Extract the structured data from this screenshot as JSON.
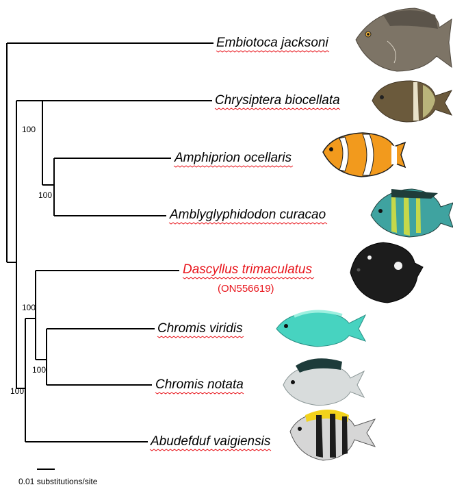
{
  "tree": {
    "taxa": [
      {
        "name": "Embiotoca jacksoni",
        "highlight": false,
        "fish_colors": [
          "#7d7466",
          "#5b544a",
          "#9b927f"
        ]
      },
      {
        "name": "Chrysiptera biocellata",
        "highlight": false,
        "fish_colors": [
          "#6b5a3c",
          "#e8e1c8",
          "#b9b47a"
        ]
      },
      {
        "name": "Amphiprion ocellaris",
        "highlight": false,
        "fish_colors": [
          "#f29a1d",
          "#ffffff",
          "#1d1d1d"
        ]
      },
      {
        "name": "Amblyglyphidodon curacao",
        "highlight": false,
        "fish_colors": [
          "#3fa3a0",
          "#c6d84a",
          "#1f3d3a"
        ]
      },
      {
        "name": "Dascyllus trimaculatus",
        "highlight": true,
        "accession": "(ON556619)",
        "fish_colors": [
          "#1c1c1c",
          "#f2f2f2",
          "#3a3a3a"
        ]
      },
      {
        "name": "Chromis viridis",
        "highlight": false,
        "fish_colors": [
          "#47d3c0",
          "#9ef0e0",
          "#2a8f85"
        ]
      },
      {
        "name": "Chromis notata",
        "highlight": false,
        "fish_colors": [
          "#d8dcdc",
          "#1d3b3a",
          "#8a9696"
        ]
      },
      {
        "name": "Abudefduf vaigiensis",
        "highlight": false,
        "fish_colors": [
          "#d6d6d6",
          "#f2d21b",
          "#1c1c1c"
        ]
      }
    ],
    "support_values": [
      "100",
      "100",
      "100",
      "100",
      "100"
    ],
    "scale_label": "0.01 substitutions/site",
    "colors": {
      "branch": "#000000",
      "highlight": "#e8141b",
      "spellcheck": "#e8141b"
    }
  }
}
